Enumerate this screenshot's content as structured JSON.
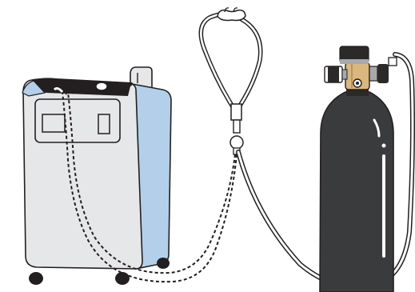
{
  "illustration": {
    "subjects": [
      "oxygen-concentrator",
      "nasal-cannula",
      "oxygen-cylinder"
    ],
    "colors": {
      "outline": "#231f20",
      "concentrator_body": "#e6e7e8",
      "concentrator_side_panel": "#b3cfea",
      "concentrator_top": "#231f20",
      "cylinder_body": "#3a3b3d",
      "cylinder_highlight": "#ffffff",
      "regulator_brass": "#d9b77e",
      "regulator_dark": "#2b2a29",
      "gauge_gray": "#a7a9ac",
      "tubing_fill": "#ffffff",
      "background": "#ffffff"
    }
  }
}
